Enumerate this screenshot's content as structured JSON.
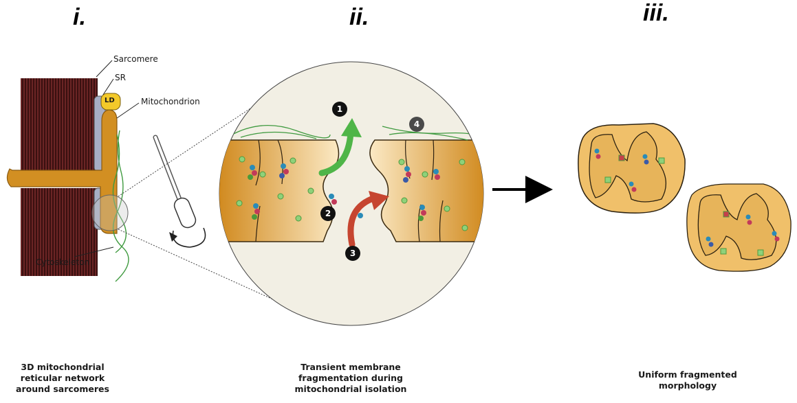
{
  "panels": {
    "i": {
      "label": "i.",
      "caption_lines": [
        "3D mitochondrial",
        "reticular network",
        "around sarcomeres"
      ]
    },
    "ii": {
      "label": "ii.",
      "caption_lines": [
        "Transient membrane",
        "fragmentation during",
        "mitochondrial isolation"
      ]
    },
    "iii": {
      "label": "iii.",
      "caption_lines": [
        "Uniform fragmented",
        "morphology"
      ]
    }
  },
  "callouts": {
    "sarcomere": "Sarcomere",
    "sr": "SR",
    "ld": "LD",
    "mitochondrion": "Mitochondrion",
    "cytoskeleton": "Cytoskeleton"
  },
  "markers": [
    "1",
    "2",
    "3",
    "4"
  ],
  "colors": {
    "sarcomere": "#5a1f1f",
    "sr": "#a7aec4",
    "lipid_droplet": "#f3c92a",
    "mitochondrion": "#d28f22",
    "matrix": "#f2c77a",
    "cytoskeleton": "#3f9a3f",
    "arrow_green": "#4fb548",
    "arrow_red": "#c64530",
    "vesicle_green": "#8fd17a"
  }
}
